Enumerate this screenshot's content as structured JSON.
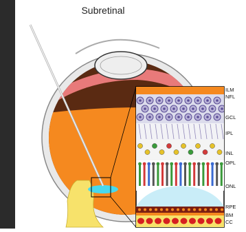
{
  "title": "Subretinal",
  "layer_labels": [
    "ILM",
    "NFL",
    "GCL",
    "IPL",
    "INL",
    "OPL",
    "ONL",
    "RPE",
    "BM",
    "CC"
  ],
  "colors": {
    "background_left": "#2b2b2b",
    "vitreous": "#f5891f",
    "choroid": "#5a2a12",
    "sclera": "#e9e9e9",
    "ciliary": "#e87a7a",
    "lens": "#eeeeee",
    "optic_nerve": "#f7e26b",
    "bleb": "#48d9ee",
    "ilm_band": "#f5891f",
    "rpe_band": "#7a1f12",
    "cc_vessels": "#d62020"
  }
}
